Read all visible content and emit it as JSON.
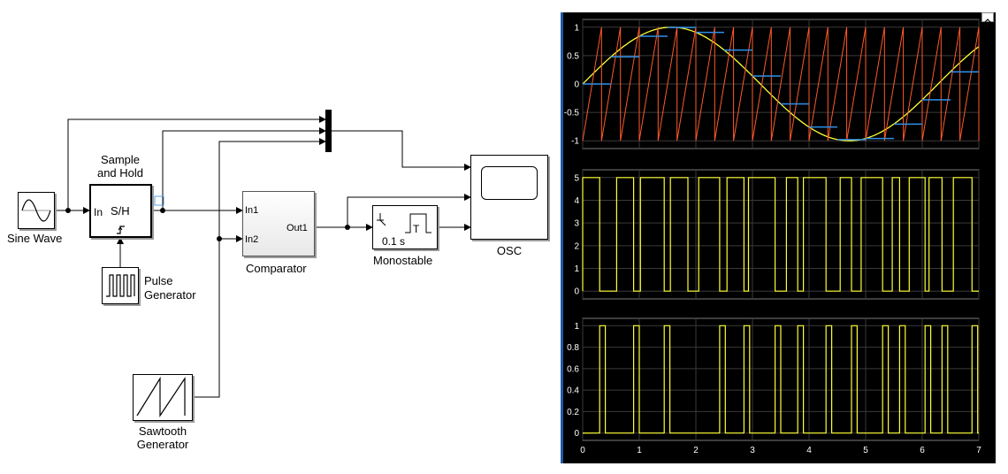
{
  "blocks": {
    "sine_wave": "Sine Wave",
    "sample_hold": {
      "title_line1": "Sample",
      "title_line2": "and Hold",
      "in_port": "In",
      "center": "S/H"
    },
    "pulse_gen": {
      "line1": "Pulse",
      "line2": "Generator"
    },
    "comparator": {
      "name": "Comparator",
      "in1": "In1",
      "in2": "In2",
      "out1": "Out1"
    },
    "monostable": {
      "name": "Monostable",
      "delay": "0.1 s",
      "t_label": "T"
    },
    "osc": "OSC",
    "sawtooth": {
      "line1": "Sawtooth",
      "line2": "Generator"
    }
  },
  "colors": {
    "scope_bg": "#000000",
    "sine": "#ffff33",
    "sawtooth": "#ff5a2a",
    "sample_hold": "#2f8fe8",
    "digital": "#ffff33",
    "grid": "#3a3a3a",
    "axes": "#7a7a7a"
  },
  "scope_icon": "restore-window-icon",
  "chart_data": [
    {
      "type": "line",
      "title": "",
      "xlim": [
        0,
        7
      ],
      "ylim": [
        -1,
        1
      ],
      "yticks": [
        -1,
        -0.5,
        0,
        0.5,
        1
      ],
      "grid": true,
      "series": [
        {
          "kind": "sine",
          "amplitude": 1,
          "period": 6.28
        },
        {
          "kind": "sawtooth",
          "min": -1,
          "max": 1,
          "period": 0.3333
        },
        {
          "kind": "sample_hold",
          "steps": [
            [
              0,
              0
            ],
            [
              0.5,
              0.479
            ],
            [
              1.0,
              0.841
            ],
            [
              1.5,
              0.997
            ],
            [
              2.0,
              0.909
            ],
            [
              2.5,
              0.598
            ],
            [
              3.0,
              0.141
            ],
            [
              3.5,
              -0.351
            ],
            [
              4.0,
              -0.757
            ],
            [
              4.5,
              -0.978
            ],
            [
              5.0,
              -0.959
            ],
            [
              5.5,
              -0.706
            ],
            [
              6.0,
              -0.279
            ],
            [
              6.5,
              0.215
            ],
            [
              7.0,
              0.215
            ]
          ]
        }
      ]
    },
    {
      "type": "line",
      "title": "",
      "xlim": [
        0,
        7
      ],
      "ylim": [
        0,
        5
      ],
      "yticks": [
        0,
        1,
        2,
        3,
        4,
        5
      ],
      "grid": true,
      "series": [
        {
          "kind": "digital",
          "high": 5,
          "low": 0,
          "intervals": [
            [
              0.0,
              0.3
            ],
            [
              0.6,
              0.9
            ],
            [
              1.02,
              1.44
            ],
            [
              1.55,
              1.86
            ],
            [
              2.05,
              2.42
            ],
            [
              2.55,
              2.85
            ],
            [
              2.93,
              3.4
            ],
            [
              3.6,
              3.8
            ],
            [
              3.9,
              4.3
            ],
            [
              4.55,
              4.75
            ],
            [
              4.92,
              5.3
            ],
            [
              5.47,
              5.6
            ],
            [
              5.77,
              6.05
            ],
            [
              6.12,
              6.35
            ],
            [
              6.55,
              6.88
            ]
          ]
        }
      ]
    },
    {
      "type": "line",
      "title": "",
      "xlim": [
        0,
        7
      ],
      "ylim": [
        0,
        1
      ],
      "yticks": [
        0,
        0.2,
        0.4,
        0.6,
        0.8,
        1
      ],
      "xticks": [
        0,
        1,
        2,
        3,
        4,
        5,
        6,
        7
      ],
      "grid": true,
      "series": [
        {
          "kind": "digital",
          "high": 1,
          "low": 0,
          "intervals": [
            [
              0.3,
              0.4
            ],
            [
              0.9,
              1.0
            ],
            [
              1.44,
              1.54
            ],
            [
              2.42,
              2.52
            ],
            [
              2.85,
              2.95
            ],
            [
              3.4,
              3.5
            ],
            [
              3.8,
              3.9
            ],
            [
              4.3,
              4.4
            ],
            [
              4.75,
              4.85
            ],
            [
              5.3,
              5.4
            ],
            [
              5.6,
              5.7
            ],
            [
              6.05,
              6.15
            ],
            [
              6.35,
              6.45
            ],
            [
              6.88,
              6.98
            ]
          ]
        }
      ]
    }
  ]
}
